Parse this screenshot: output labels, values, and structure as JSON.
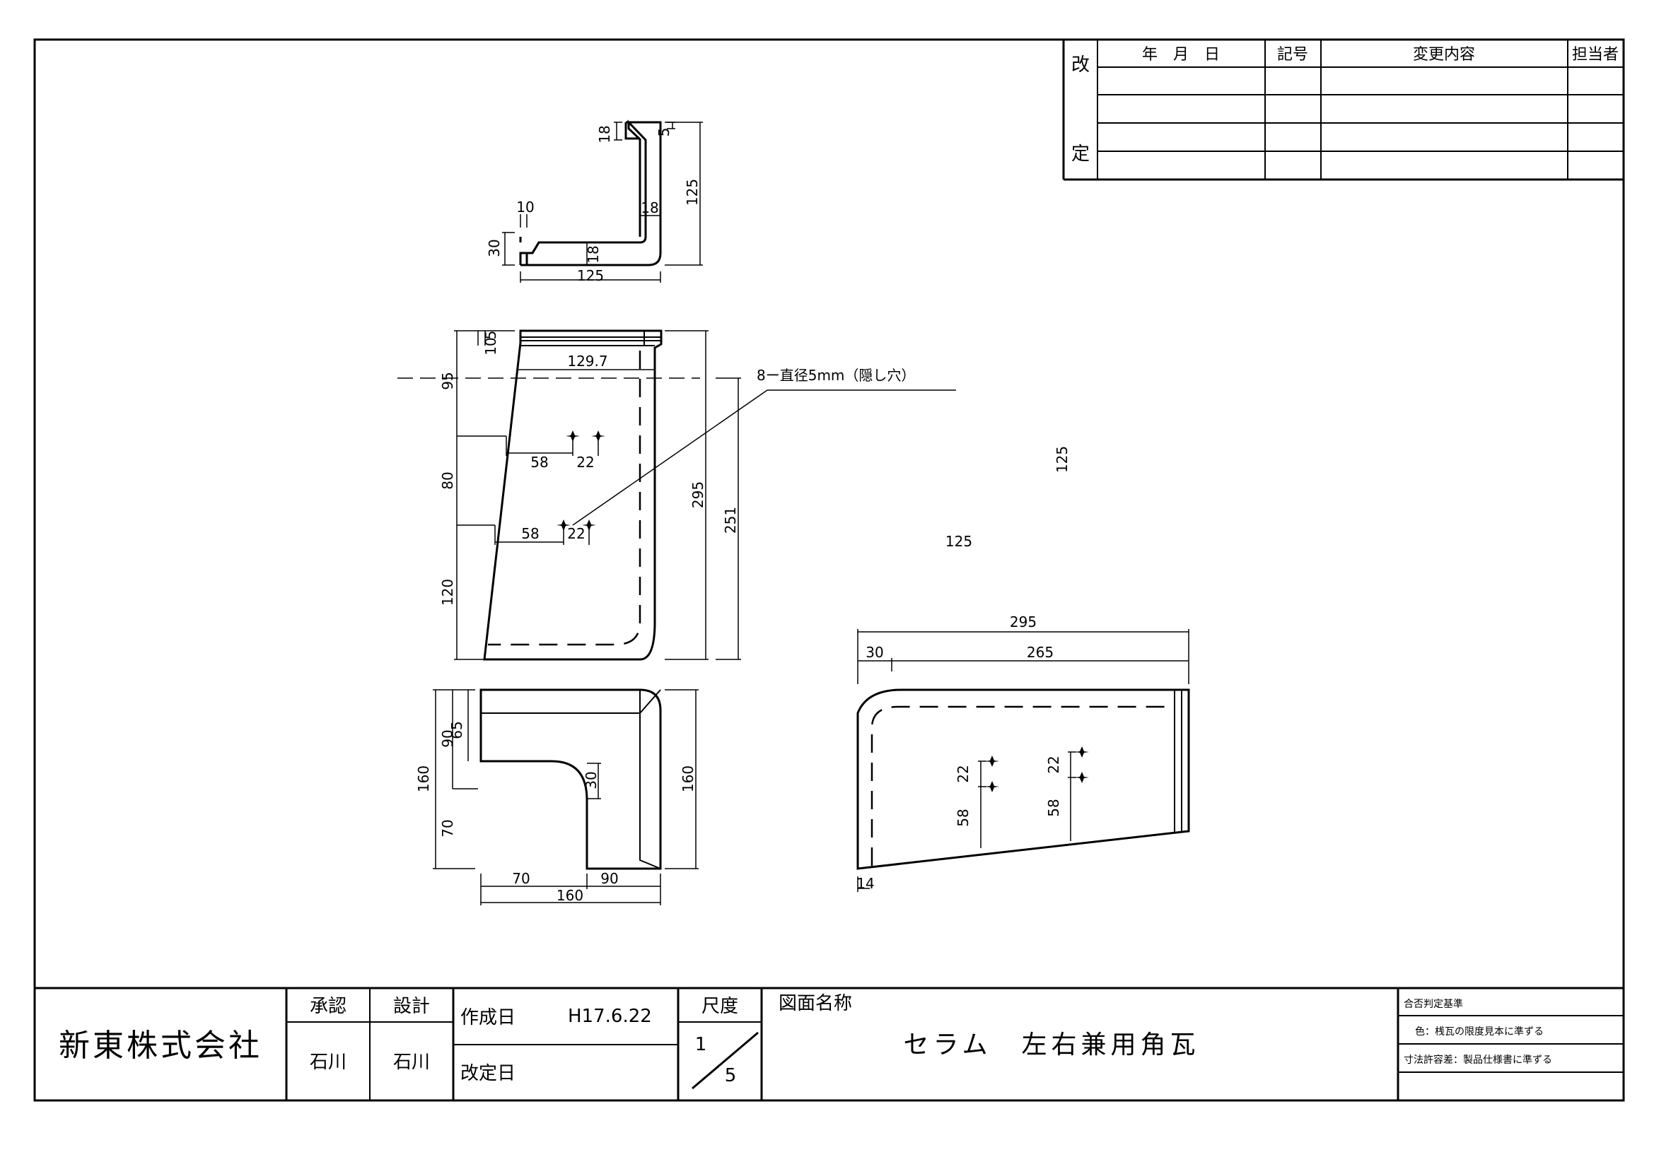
{
  "revision_table": {
    "side_labels": [
      "改",
      "定"
    ],
    "headers": {
      "date": "年　月　日",
      "symbol": "記号",
      "content": "変更内容",
      "person": "担当者"
    },
    "rows": [
      {
        "date": "",
        "symbol": "",
        "content": "",
        "person": ""
      },
      {
        "date": "",
        "symbol": "",
        "content": "",
        "person": ""
      },
      {
        "date": "",
        "symbol": "",
        "content": "",
        "person": ""
      },
      {
        "date": "",
        "symbol": "",
        "content": "",
        "person": ""
      }
    ]
  },
  "title_block": {
    "company": "新東株式会社",
    "approval_label": "承認",
    "design_label": "設計",
    "approval_name": "石川",
    "design_name": "石川",
    "created_label": "作成日",
    "created_date": "H17.6.22",
    "revised_label": "改定日",
    "revised_date": "",
    "scale_label": "尺度",
    "scale_numerator": "1",
    "scale_denominator": "5",
    "drawing_name_label": "図面名称",
    "drawing_name": "セラム　左右兼用角瓦",
    "criteria_label": "合否判定基準",
    "criteria_items": [
      "色：桟瓦の限度見本に準ずる",
      "寸法許容差：製品仕様書に準ずる"
    ]
  },
  "annotations": {
    "hole_note": "8ー直径5mm（隠し穴）"
  },
  "dimensions": {
    "section_view": {
      "top_lip": "18",
      "top_step": "5",
      "wall": "18",
      "height": "125",
      "front_lip": "10",
      "front_height": "30",
      "bottom": "18",
      "width": "125"
    },
    "front_view": {
      "top_a": "5",
      "top_b": "10",
      "top_width": "129.7",
      "upper": "95",
      "middle": "80",
      "lower": "120",
      "total_height": "295",
      "inner_height": "251",
      "hole_offset_1": "58",
      "hole_pitch_1": "22",
      "hole_offset_2": "58",
      "hole_pitch_2": "22"
    },
    "top_view": {
      "upper": "90",
      "upper_inner": "65",
      "total": "160",
      "lower": "70",
      "notch": "30",
      "right_total": "160",
      "bottom_left": "70",
      "bottom_right": "90",
      "bottom_total": "160"
    },
    "side_view": {
      "total_length": "295",
      "front": "30",
      "rear": "265",
      "pitch_1": "22",
      "pitch_2": "22",
      "offset_1": "58",
      "offset_2": "58",
      "bottom_step": "14"
    },
    "floating": {
      "vertical": "125",
      "horizontal": "125"
    }
  }
}
